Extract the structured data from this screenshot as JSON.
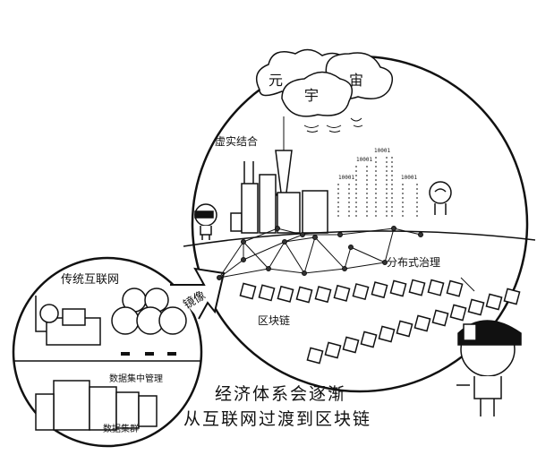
{
  "metaverse_cloud": {
    "chars": [
      "元",
      "宇",
      "宙"
    ]
  },
  "labels": {
    "virtual_real": "虚实结合",
    "distributed_governance": "分布式治理",
    "blockchain": "区块链",
    "traditional_internet": "传统互联网",
    "mirror": "镜像",
    "centralized_data": "数据集中管理",
    "data_cluster": "数据集群"
  },
  "caption": {
    "line1": "经济体系会逐渐",
    "line2": "从互联网过渡到区块链"
  },
  "binary_text": "10001"
}
